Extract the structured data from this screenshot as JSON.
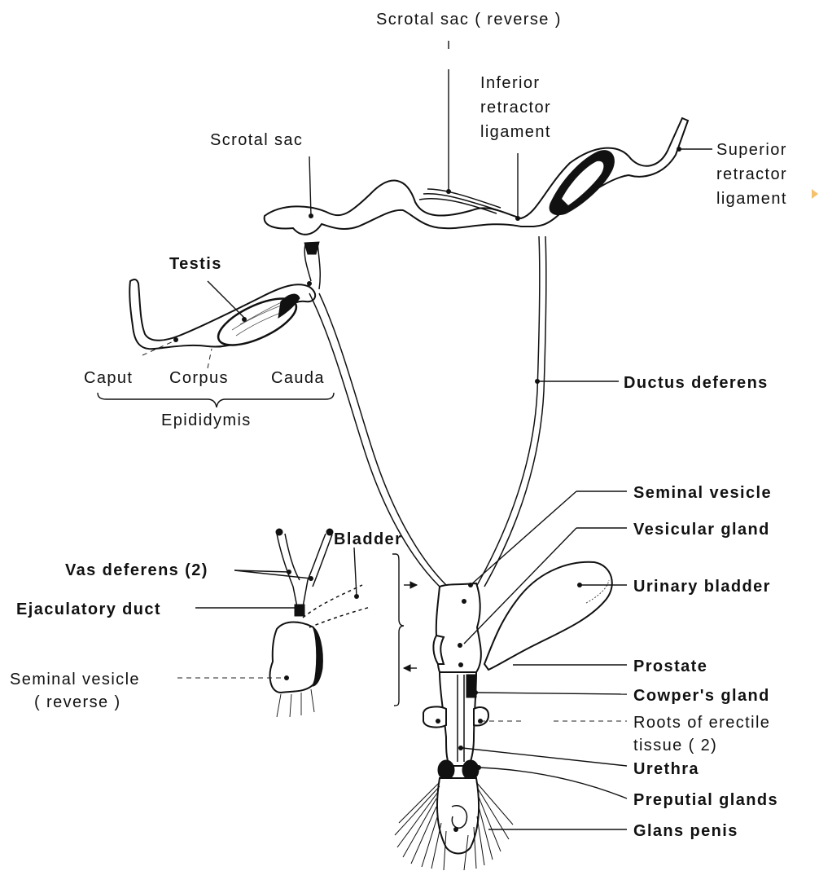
{
  "labels": {
    "scrotal_sac_reverse": "Scrotal sac ( reverse )",
    "inferior_retractor_1": "Inferior",
    "inferior_retractor_2": "retractor",
    "inferior_retractor_3": "ligament",
    "scrotal_sac": "Scrotal sac",
    "superior_retractor_1": "Superior",
    "superior_retractor_2": "retractor",
    "superior_retractor_3": "ligament",
    "testis": "Testis",
    "caput": "Caput",
    "corpus": "Corpus",
    "cauda": "Cauda",
    "epididymis": "Epididymis",
    "ductus_deferens": "Ductus deferens",
    "seminal_vesicle": "Seminal vesicle",
    "vesicular_gland": "Vesicular gland",
    "urinary_bladder": "Urinary bladder",
    "bladder": "Bladder",
    "vas_deferens": "Vas deferens (2)",
    "ejaculatory_duct": "Ejaculatory duct",
    "seminal_vesicle_reverse_1": "Seminal vesicle",
    "seminal_vesicle_reverse_2": "( reverse )",
    "prostate": "Prostate",
    "cowpers_gland": "Cowper's gland",
    "roots_erectile_1": "Roots of erectile",
    "roots_erectile_2": "tissue ( 2)",
    "urethra": "Urethra",
    "preputial_glands": "Preputial glands",
    "glans_penis": "Glans penis"
  },
  "colors": {
    "ink": "#111111",
    "background": "#ffffff",
    "accent_marker": "#f5c16c"
  }
}
